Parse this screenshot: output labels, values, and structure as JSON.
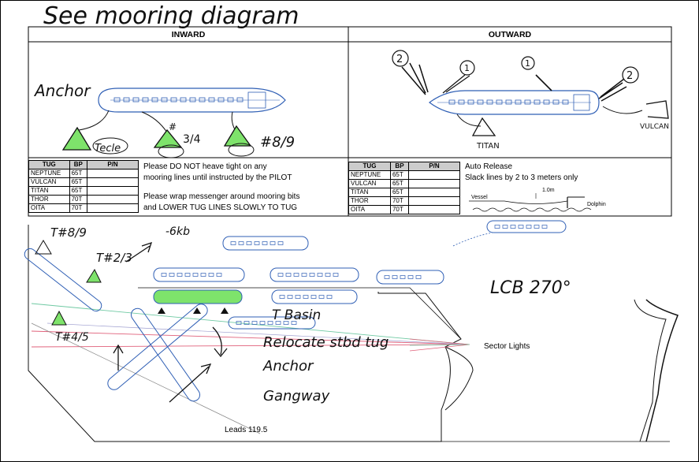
{
  "header": {
    "handwritten_title": "See mooring diagram"
  },
  "panels": {
    "inward_title": "INWARD",
    "outward_title": "OUTWARD"
  },
  "inward": {
    "handwritten_label": "Anchor",
    "tug_labels": [
      "#",
      "Tecle",
      "3/4",
      "#8/9"
    ],
    "table": {
      "headers": [
        "TUG",
        "BP",
        "P/N"
      ],
      "rows": [
        [
          "NEPTUNE",
          "65T",
          ""
        ],
        [
          "VULCAN",
          "65T",
          ""
        ],
        [
          "TITAN",
          "65T",
          ""
        ],
        [
          "THOR",
          "70T",
          ""
        ],
        [
          "OITA",
          "70T",
          ""
        ]
      ]
    },
    "instructions": [
      "Please DO NOT heave tight on any",
      "mooring lines until instructed by the PILOT",
      "Please wrap messenger around mooring bits",
      "and LOWER TUG LINES SLOWLY TO TUG"
    ]
  },
  "outward": {
    "tug_labels": [
      "TITAN",
      "VULCAN"
    ],
    "circled_numbers": [
      "2",
      "1",
      "1",
      "2"
    ],
    "table": {
      "headers": [
        "TUG",
        "BP",
        "P/N"
      ],
      "rows": [
        [
          "NEPTUNE",
          "65T",
          ""
        ],
        [
          "VULCAN",
          "65T",
          ""
        ],
        [
          "TITAN",
          "65T",
          ""
        ],
        [
          "THOR",
          "70T",
          ""
        ],
        [
          "OITA",
          "70T",
          ""
        ]
      ]
    },
    "auto_release_title": "Auto Release",
    "auto_release_text": "Slack lines by 2 to 3 meters only",
    "diagram_labels": {
      "vessel": "Vessel",
      "gap": "1.0m",
      "dolphin": "Dolphin"
    }
  },
  "map": {
    "handwritten": {
      "t89": "T#8/9",
      "t23": "T#2/3",
      "t45": "T#4/5",
      "tide": "-6kb",
      "lcb": "LCB 270°",
      "basin": "T Basin",
      "relocate": "Relocate stbd tug",
      "anchor": "Anchor",
      "gangway": "Gangway"
    },
    "sector_lights": "Sector Lights",
    "leads": "Leads 119.5"
  },
  "colors": {
    "ship": "#2f5fb5",
    "highlight": "#7ee36b",
    "red_line": "#e0607a",
    "green_line": "#6fc9a3"
  }
}
